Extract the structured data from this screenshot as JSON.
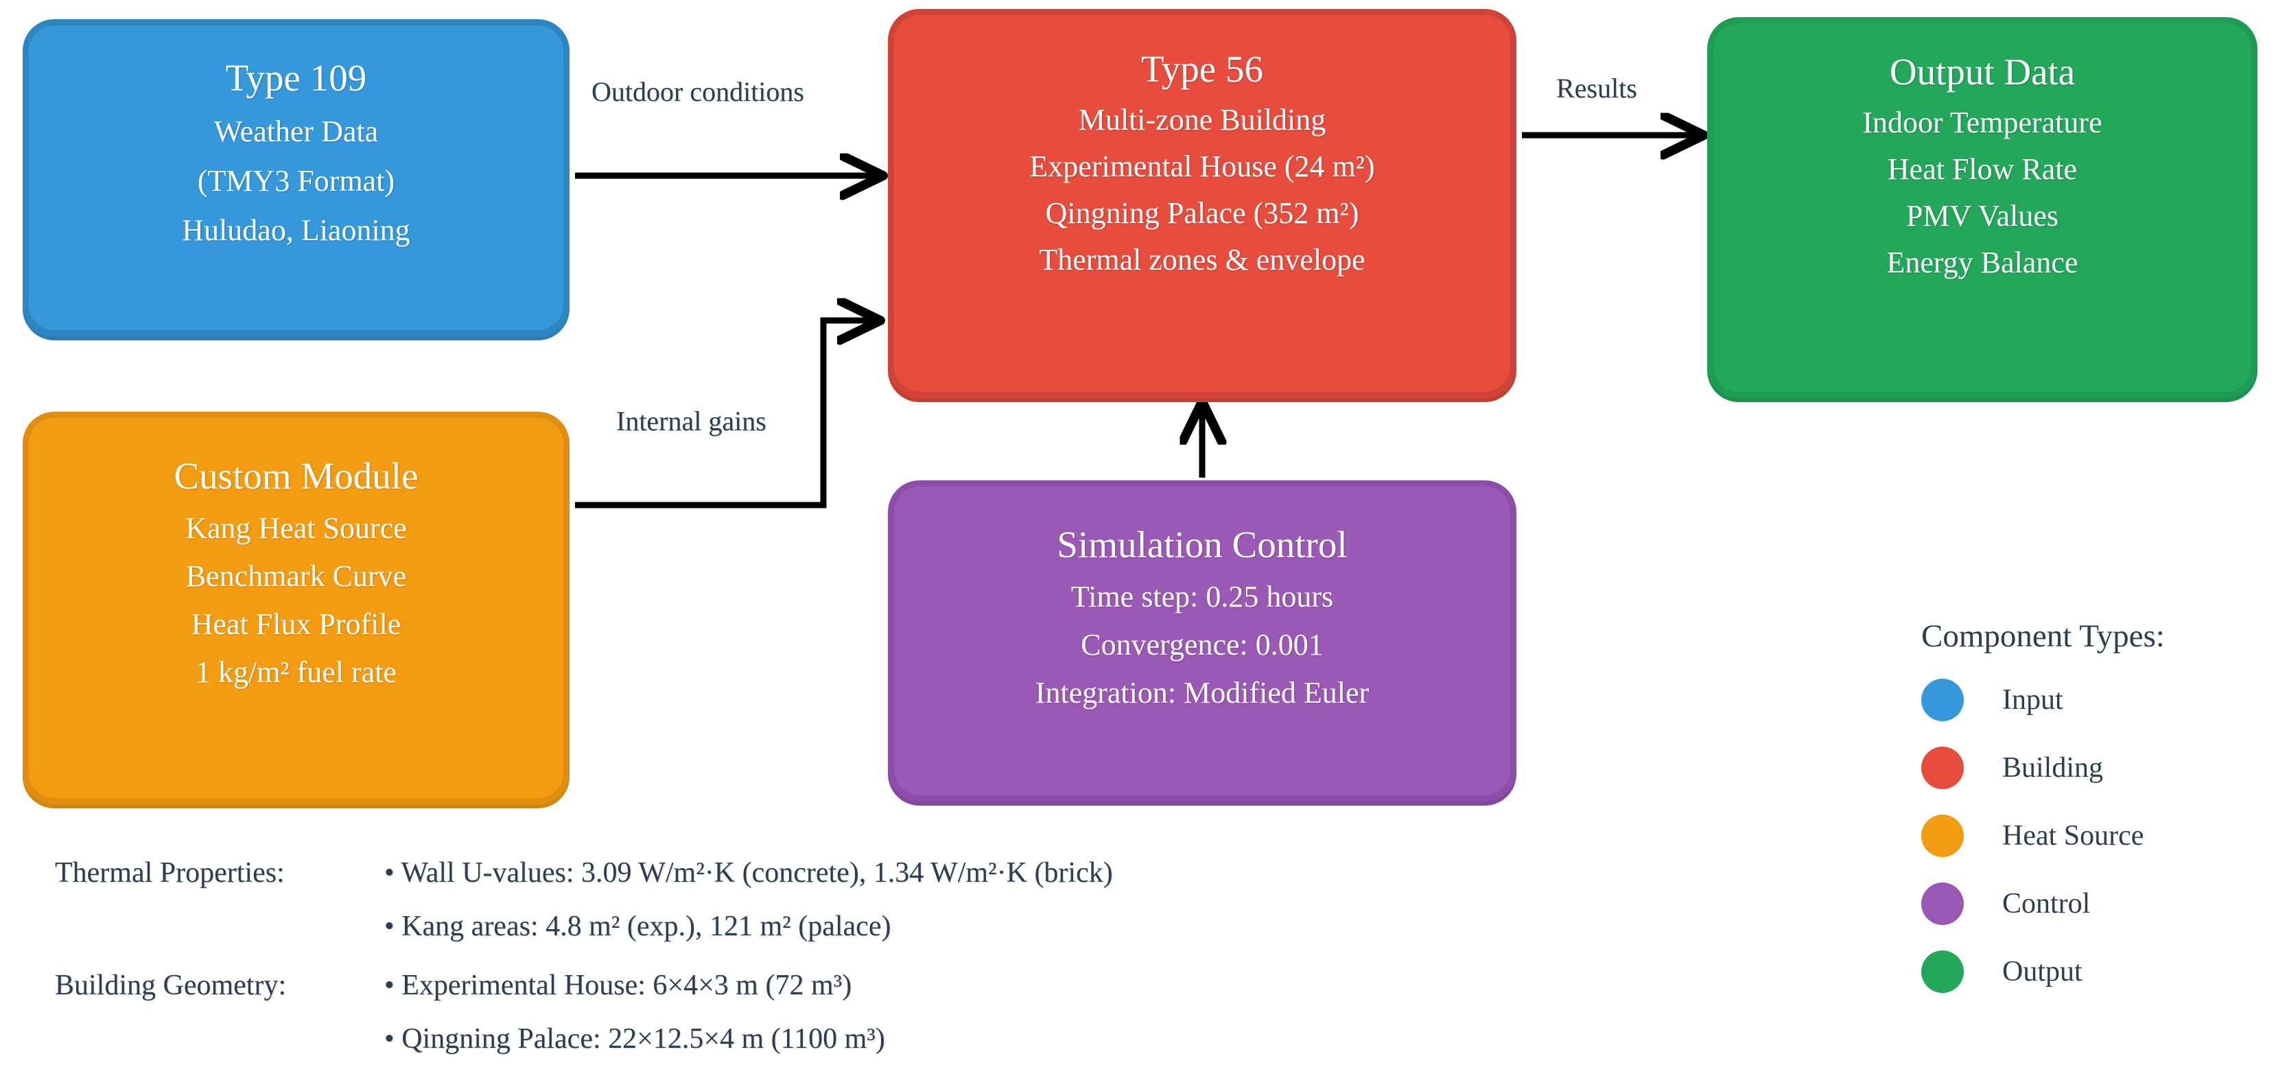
{
  "nodes": {
    "weather": {
      "title": "Type 109",
      "lines": [
        "Weather Data",
        "(TMY3 Format)",
        "Huludao, Liaoning"
      ],
      "color": "#3498db",
      "type": "Input"
    },
    "building": {
      "title": "Type 56",
      "lines": [
        "Multi-zone Building",
        "Experimental House (24 m²)",
        "Qingning Palace (352 m²)",
        "Thermal zones & envelope"
      ],
      "color": "#e74c3c",
      "type": "Building"
    },
    "output": {
      "title": "Output Data",
      "lines": [
        "Indoor Temperature",
        "Heat Flow Rate",
        "PMV Values",
        "Energy Balance"
      ],
      "color": "#22a75b",
      "type": "Output"
    },
    "custom": {
      "title": "Custom Module",
      "lines": [
        "Kang Heat Source",
        "Benchmark Curve",
        "Heat Flux Profile",
        "1 kg/m² fuel rate"
      ],
      "color": "#f39c12",
      "type": "Heat Source"
    },
    "control": {
      "title": "Simulation Control",
      "lines": [
        "Time step: 0.25 hours",
        "Convergence: 0.001",
        "Integration: Modified Euler"
      ],
      "color": "#9b59b6",
      "type": "Control"
    }
  },
  "edges": {
    "outdoor": "Outdoor conditions",
    "results": "Results",
    "internal": "Internal gains"
  },
  "legend": {
    "title": "Component Types:",
    "items": [
      {
        "label": "Input",
        "color": "#3498db"
      },
      {
        "label": "Building",
        "color": "#e74c3c"
      },
      {
        "label": "Heat Source",
        "color": "#f39c12"
      },
      {
        "label": "Control",
        "color": "#9b59b6"
      },
      {
        "label": "Output",
        "color": "#22a75b"
      }
    ]
  },
  "specs": [
    {
      "heading": "Thermal Properties:",
      "items": [
        "• Wall U-values: 3.09 W/m²·K (concrete), 1.34 W/m²·K (brick)",
        "• Kang areas: 4.8 m² (exp.), 121 m² (palace)"
      ]
    },
    {
      "heading": "Building Geometry:",
      "items": [
        "• Experimental House: 6×4×3 m (72 m³)",
        "• Qingning Palace: 22×12.5×4 m (1100 m³)"
      ]
    }
  ]
}
